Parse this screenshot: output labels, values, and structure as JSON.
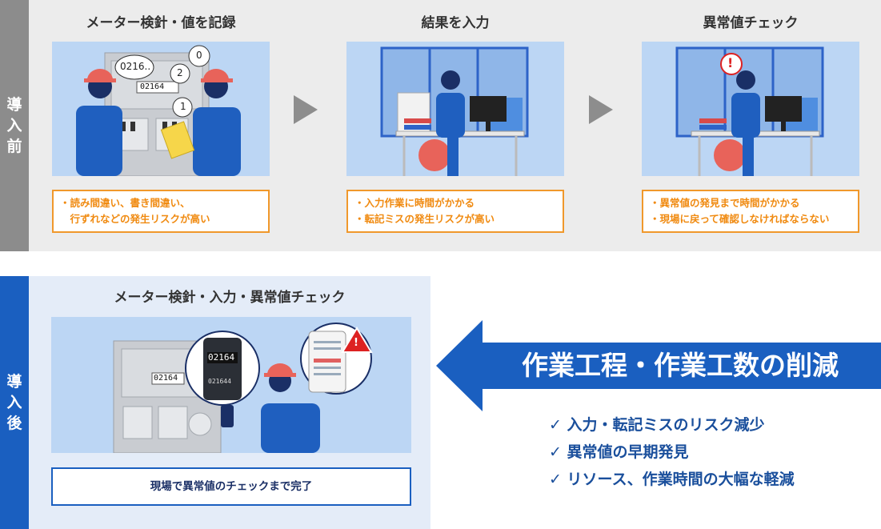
{
  "before": {
    "side_label": [
      "導",
      "入",
      "前"
    ],
    "steps": [
      {
        "title": "メーター検針・値を記録",
        "bubbles": [
          "0216..",
          "0",
          "2",
          "1"
        ],
        "meter_reading": "02164",
        "notes": [
          "・読み間違い、書き間違い、",
          "　行ずれなどの発生リスクが高い"
        ]
      },
      {
        "title": "結果を入力",
        "notes": [
          "・入力作業に時間がかかる",
          "・転記ミスの発生リスクが高い"
        ]
      },
      {
        "title": "異常値チェック",
        "alert": "!",
        "notes": [
          "・異常値の発見まで時間がかかる",
          "・現場に戻って確認しなければならない"
        ]
      }
    ]
  },
  "after": {
    "side_label": [
      "導",
      "入",
      "後"
    ],
    "title": "メーター検針・入力・異常値チェック",
    "meter_reading": "02164",
    "phone_reading": "02164",
    "phone_reading_2": "021644",
    "result": "現場で異常値のチェックまで完了"
  },
  "headline": "作業工程・作業工数の削減",
  "benefits": [
    "✓ 入力・転記ミスのリスク減少",
    "✓ 異常値の早期発見",
    "✓ リソース、作業時間の大幅な軽減"
  ],
  "colors": {
    "accent_blue": "#1a5fc0",
    "before_gray": "#8c8c8c",
    "warning_orange": "#f0982b",
    "scene_sky": "#bcd6f4"
  }
}
